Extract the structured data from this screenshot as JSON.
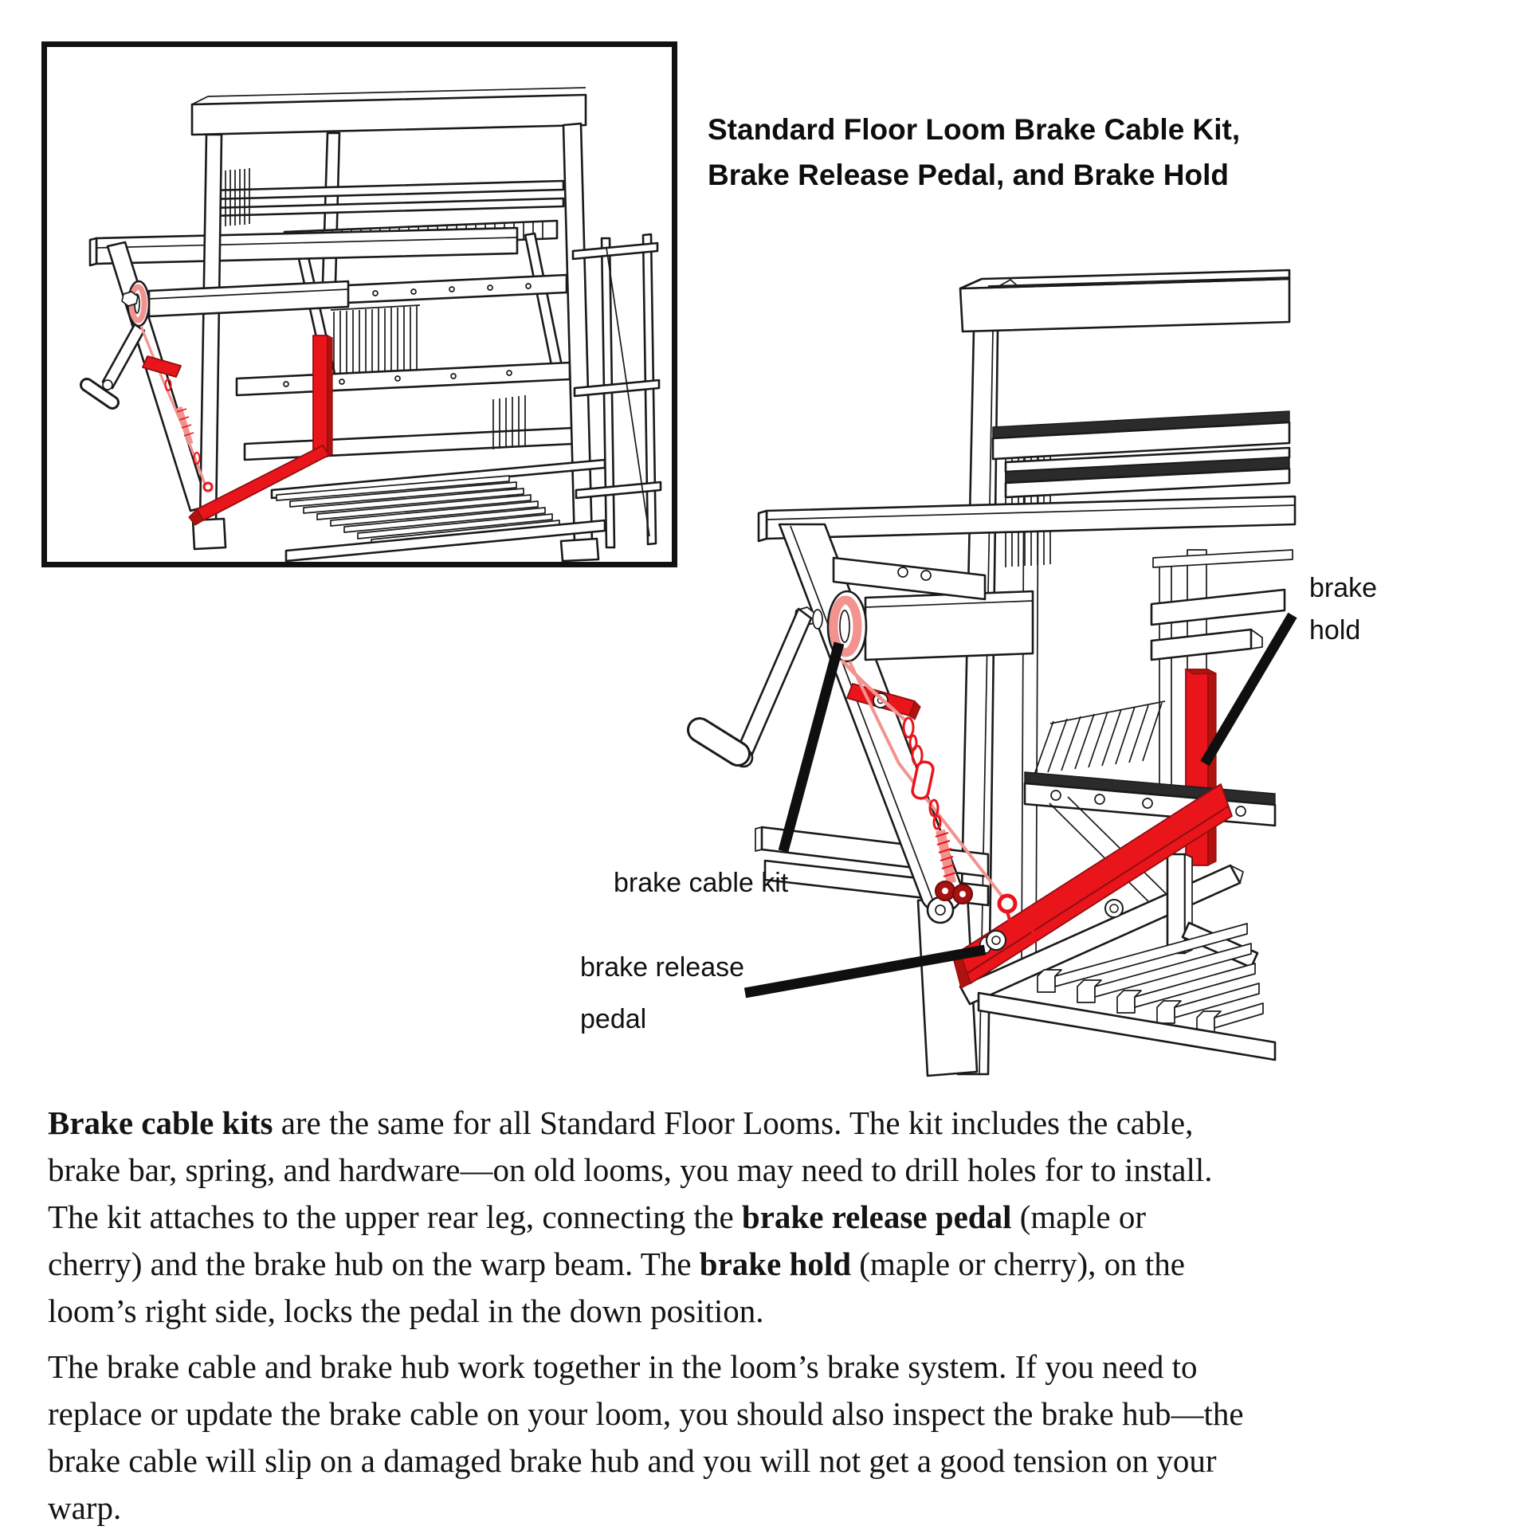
{
  "title": {
    "line1": "Standard Floor Loom Brake Cable Kit,",
    "line2": "Brake Release Pedal, and Brake Hold"
  },
  "diagram": {
    "labels": {
      "brake_hold_line1": "brake",
      "brake_hold_line2": "hold",
      "brake_cable_kit": "brake cable kit",
      "brake_release_line1": "brake release",
      "brake_release_line2": "pedal"
    },
    "colors": {
      "highlight_red": "#e9151b",
      "dark_red": "#b0120f",
      "cable_pink": "#f2938f",
      "line_black": "#1a1a1a"
    }
  },
  "paragraphs": [
    {
      "segments": [
        {
          "text": "Brake cable kits",
          "bold": true
        },
        {
          "text": " are the same for all Standard Floor Looms. The kit includes the cable, brake bar, spring, and hardware—on old looms, you may need to drill holes for to install. The kit attaches to the upper rear leg, connecting the ",
          "bold": false
        },
        {
          "text": "brake release pedal",
          "bold": true
        },
        {
          "text": " (maple or cherry) and the brake hub on the warp beam. The ",
          "bold": false
        },
        {
          "text": "brake hold",
          "bold": true
        },
        {
          "text": " (maple or cherry), on the loom’s right side, locks the pedal in the down position.",
          "bold": false
        }
      ]
    },
    {
      "segments": [
        {
          "text": "The brake cable and brake hub work together in the loom’s brake system. If you need to replace or update the brake cable on your loom, you should also inspect the brake hub—the brake cable will slip on a damaged brake hub and you will not get a good tension on your warp.",
          "bold": false
        }
      ]
    }
  ]
}
